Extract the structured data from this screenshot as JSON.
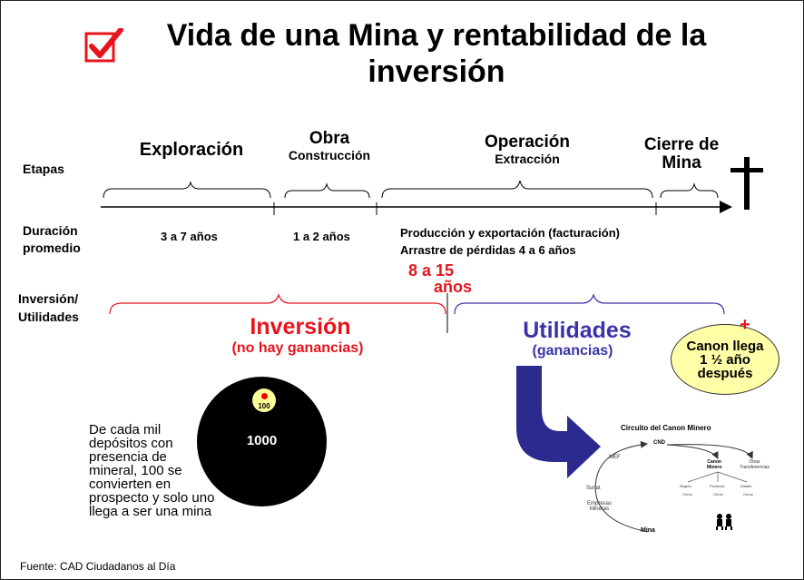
{
  "title": "Vida de una Mina y rentabilidad de la inversión",
  "row_labels": {
    "etapas": "Etapas",
    "duracion_line1": "Duración",
    "duracion_line2": "promedio",
    "inversion_line1": "Inversión/",
    "inversion_line2": "Utilidades"
  },
  "stages": {
    "exploracion": "Exploración",
    "obra": "Obra",
    "construccion": "Construcción",
    "operacion": "Operación",
    "extraccion": "Extracción",
    "cierre_line1": "Cierre de",
    "cierre_line2": "Mina"
  },
  "durations": {
    "exploracion": "3 a 7 años",
    "construccion": "1 a 2 años",
    "operacion_line1": "Producción y exportación (facturación)",
    "operacion_line2": "Arrastre de pérdidas 4 a 6 años"
  },
  "total": {
    "line1": "8 a 15",
    "line2": "años"
  },
  "investment": {
    "label": "Inversión",
    "sublabel": "(no hay ganancias)"
  },
  "profits": {
    "label": "Utilidades",
    "sublabel": "(ganancias)"
  },
  "canon": {
    "plus": "+",
    "line1": "Canon llega",
    "line2": "1 ½ año",
    "line3": "después"
  },
  "deposits": {
    "text_lines": [
      "De cada mil",
      "depósitos con",
      "presencia de",
      "mineral, 100 se",
      "convierten en",
      "prospecto y solo uno",
      "llega a ser una mina"
    ],
    "big": "1000",
    "small": "100"
  },
  "circuit": {
    "title": "Circuito del Canon Minero",
    "cnd": "CND",
    "mef": "MEF",
    "sunat": "Sunat",
    "empresas_line1": "Empresas",
    "empresas_line2": "Mineras",
    "mina": "Mina",
    "canon_line1": "Canon",
    "canon_line2": "Minero",
    "otras_line1": "Otras",
    "otras_line2": "Transferencias",
    "region": "Región",
    "provincia": "Provincia",
    "distrito": "Distrito",
    "obras": "Obras"
  },
  "source": "Fuente: CAD Ciudadanos al Día",
  "colors": {
    "red": "#e8141b",
    "blue": "#3b33a8",
    "navy_arrow": "#2b2a8f",
    "bubble": "#ffffa8",
    "circle_small": "#ffff99"
  }
}
